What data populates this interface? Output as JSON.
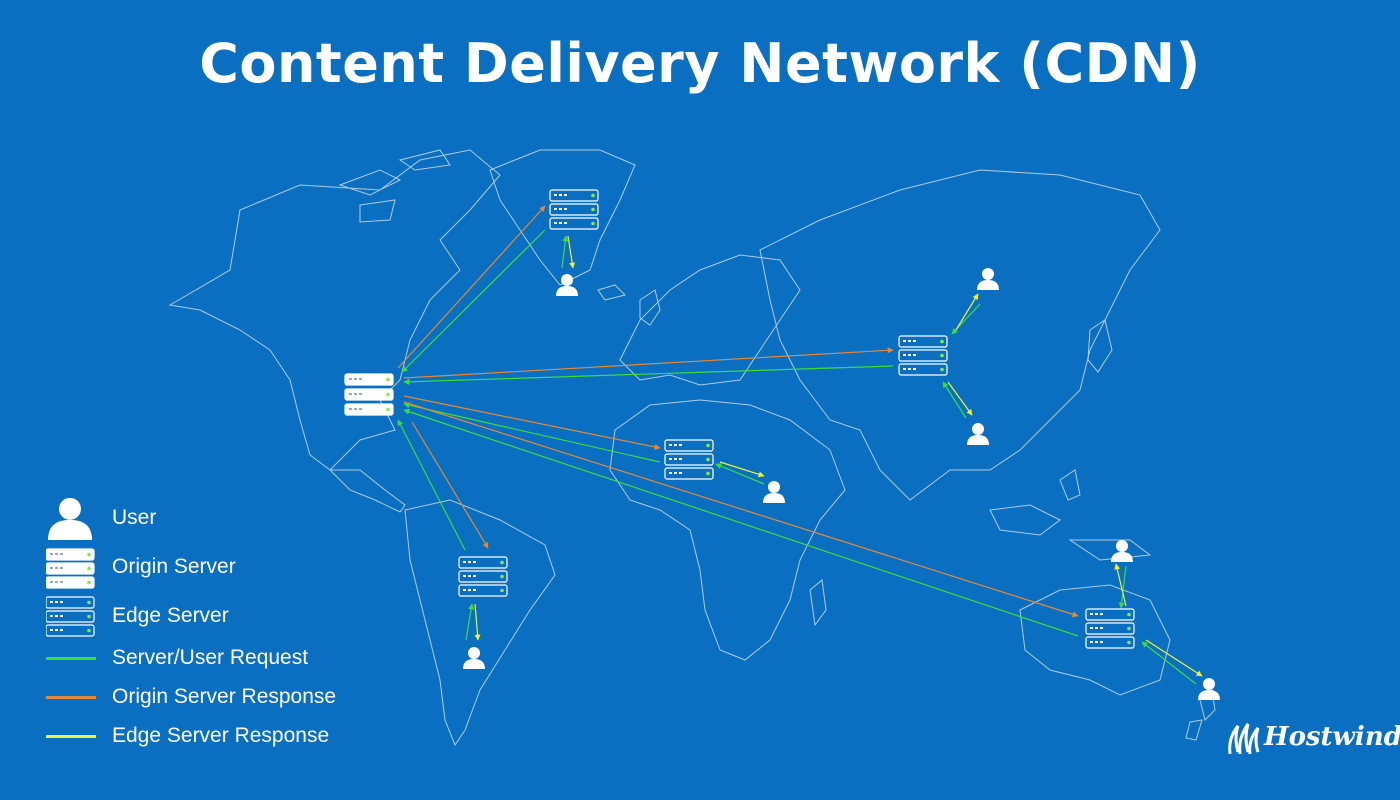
{
  "title": "Content Delivery Network (CDN)",
  "colors": {
    "background": "#0a6fc0",
    "map_outline": "#c8dcef",
    "request_line": "#3ddc3d",
    "origin_response_line": "#e0893c",
    "edge_response_line": "#eef03a",
    "server_led": "#8ee64a"
  },
  "legend": {
    "user": "User",
    "origin_server": "Origin Server",
    "edge_server": "Edge Server",
    "request": "Server/User Request",
    "origin_response": "Origin Server Response",
    "edge_response": "Edge Server Response"
  },
  "logo": {
    "text": "Hostwinds",
    "icon": "wave-icon"
  },
  "nodes": [
    {
      "id": "origin",
      "type": "origin_server"
    },
    {
      "id": "edge-europe",
      "type": "edge_server"
    },
    {
      "id": "edge-asia",
      "type": "edge_server"
    },
    {
      "id": "edge-africa",
      "type": "edge_server"
    },
    {
      "id": "edge-south-america",
      "type": "edge_server"
    },
    {
      "id": "edge-australia",
      "type": "edge_server"
    },
    {
      "id": "user-europe",
      "type": "user"
    },
    {
      "id": "user-asia-north",
      "type": "user"
    },
    {
      "id": "user-asia-south",
      "type": "user"
    },
    {
      "id": "user-africa",
      "type": "user"
    },
    {
      "id": "user-south-america",
      "type": "user"
    },
    {
      "id": "user-oceania-north",
      "type": "user"
    },
    {
      "id": "user-oceania-south",
      "type": "user"
    }
  ]
}
